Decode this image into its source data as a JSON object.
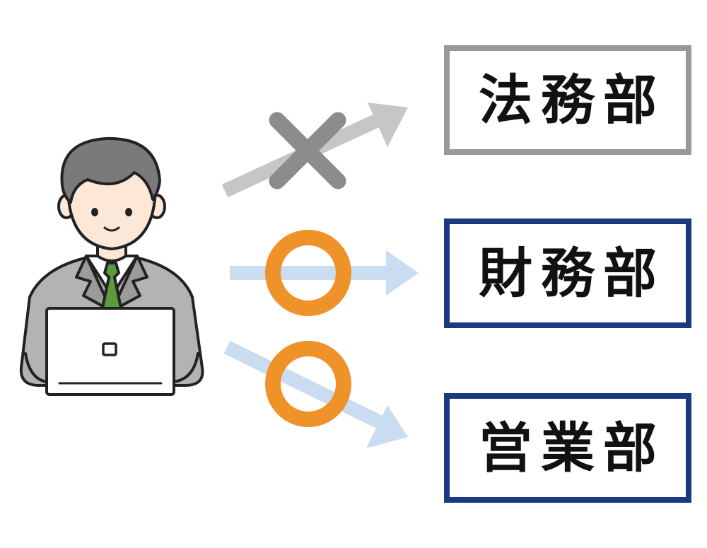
{
  "departments": [
    {
      "label": "法務部",
      "access": "denied"
    },
    {
      "label": "財務部",
      "access": "allowed"
    },
    {
      "label": "営業部",
      "access": "allowed"
    }
  ],
  "colors": {
    "denied_arrow": "#c6c6c6",
    "denied_mark": "#8c8c8c",
    "denied_border": "#999999",
    "allowed_arrow": "#c9dcf0",
    "allowed_mark": "#ef9229",
    "allowed_border": "#1c3a82",
    "suit": "#b3b3b3",
    "hair": "#7a7a7a",
    "skin": "#fde7d7",
    "tie": "#5c9a3c"
  },
  "icons": {
    "user": "businessman-laptop-icon",
    "deny": "cross-mark-icon",
    "allow": "circle-mark-icon"
  }
}
